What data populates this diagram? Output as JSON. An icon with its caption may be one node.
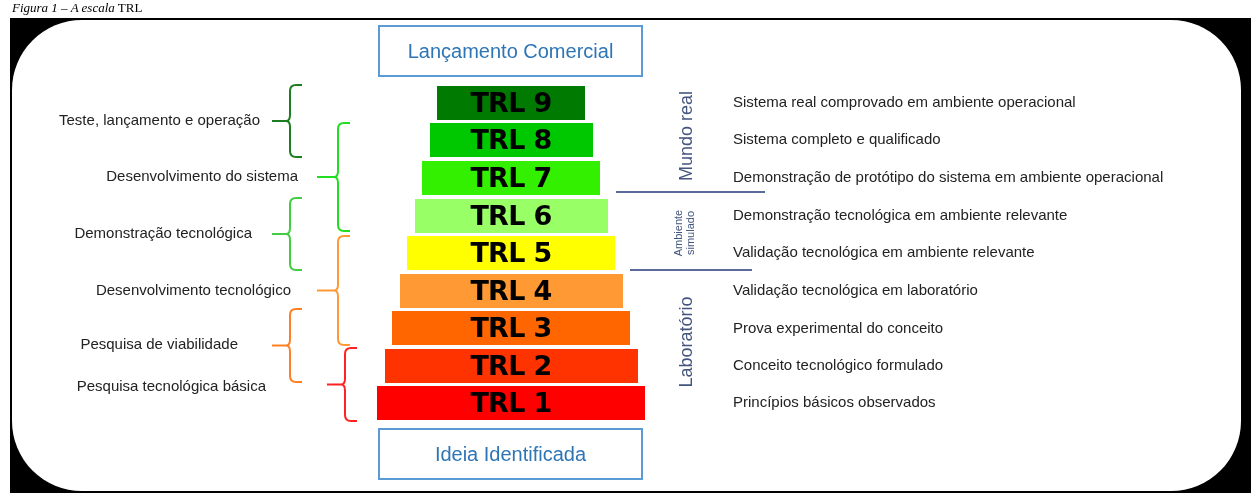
{
  "diagram": {
    "title": "*Figura 1 – A escala* TRL",
    "nodes": [
      {
        "text": [
          "Lançamento Comercial"
        ]
      },
      {
        "text": [
          "TRL 9"
        ]
      },
      {
        "text": [
          "TRL 8"
        ]
      },
      {
        "text": [
          "TRL 7"
        ]
      },
      {
        "text": [
          "TRL 6"
        ]
      },
      {
        "text": [
          "TRL 5"
        ]
      },
      {
        "text": [
          "TRL 4"
        ]
      },
      {
        "text": [
          "TRL 3"
        ]
      },
      {
        "text": [
          "TRL 2"
        ]
      },
      {
        "text": [
          "TRL 1"
        ]
      },
      {
        "text": [
          "Ideia Identificada"
        ]
      }
    ],
    "labels": [
      "Teste, lançamento e operação",
      "Desenvolvimento do sistema",
      "Demonstração tecnológica",
      "Desenvolvimento tecnológico",
      "Pesquisa de viabilidade",
      "Pesquisa tecnológica básica",
      "Mundo real",
      "Ambiente simulado",
      "Laboratório",
      "Sistema real comprovado em ambiente operacional",
      "Sistema completo e qualificado",
      "Demonstração de protótipo do sistema em ambiente operacional",
      "Demonstração tecnológica em ambiente relevante",
      "Validação tecnológica em ambiente relevante",
      "Validação tecnológica em laboratório",
      "Prova experimental do conceito",
      "Conceito tecnológico formulado",
      "Princípios básicos observados"
    ]
  }
}
